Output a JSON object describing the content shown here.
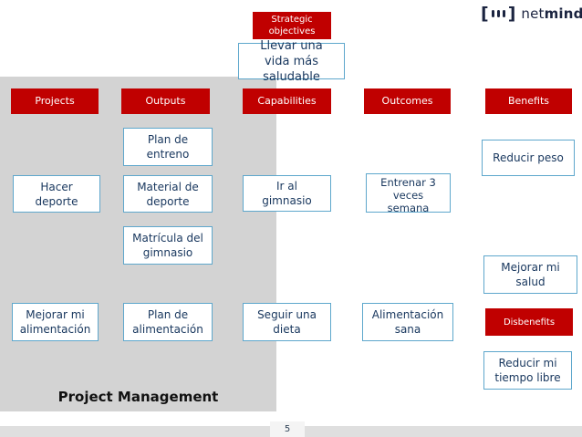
{
  "logo": {
    "bracket_left": "[",
    "bracket_right": "]",
    "net": "net",
    "mind": "mind"
  },
  "strategic_objectives": {
    "label": "Strategic objectives"
  },
  "vision": {
    "label": "Llevar una vida más saludable"
  },
  "headers": [
    {
      "label": "Projects"
    },
    {
      "label": "Outputs"
    },
    {
      "label": "Capabilities"
    },
    {
      "label": "Outcomes"
    },
    {
      "label": "Benefits"
    }
  ],
  "nodes": [
    {
      "label": "Plan de entreno"
    },
    {
      "label": "Hacer deporte"
    },
    {
      "label": "Material de deporte"
    },
    {
      "label": "Ir al gimnasio"
    },
    {
      "label": "Entrenar 3 veces semana"
    },
    {
      "label": "Reducir peso"
    },
    {
      "label": "Matrícula del gimnasio"
    },
    {
      "label": "Mejorar mi salud"
    },
    {
      "label": "Mejorar mi alimentación"
    },
    {
      "label": "Plan de alimentación"
    },
    {
      "label": "Seguir una dieta"
    },
    {
      "label": "Alimentación sana"
    },
    {
      "label": "Reducir mi tiempo libre"
    }
  ],
  "disbenefits": {
    "label": "Disbenefits"
  },
  "footer": {
    "title": "Project Management",
    "page_number": "5"
  },
  "colors": {
    "accent_red": "#c00000",
    "node_border_blue": "#5ea7cc",
    "node_text_navy": "#17365d",
    "scope_panel_gray": "#d3d3d3",
    "footer_bar_gray": "#dfdfdf"
  }
}
